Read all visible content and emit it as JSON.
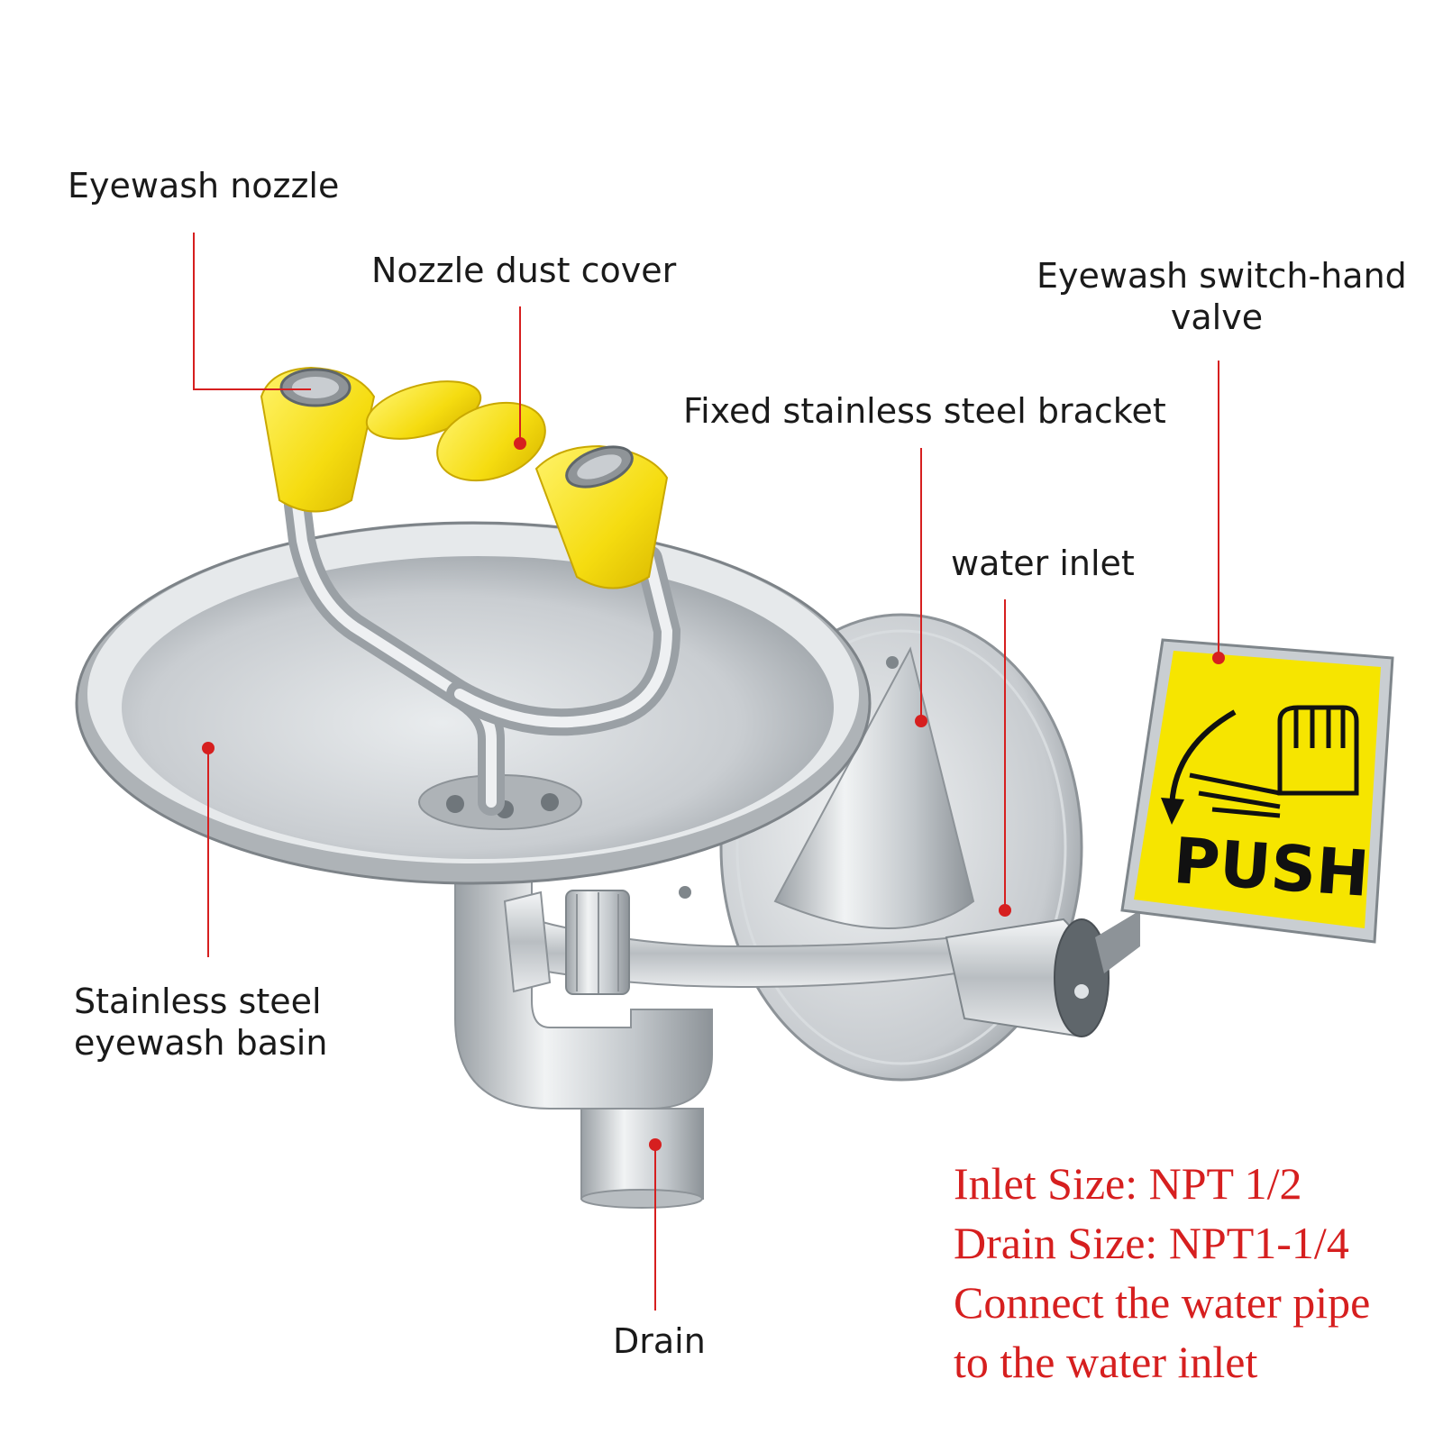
{
  "labels": {
    "eyewash_nozzle": "Eyewash nozzle",
    "nozzle_dust_cover": "Nozzle dust cover",
    "switch_line1": "Eyewash switch-hand",
    "switch_line2": "valve",
    "bracket": "Fixed stainless steel bracket",
    "water_inlet": "water inlet",
    "basin_line1": "Stainless steel",
    "basin_line2": "eyewash basin",
    "drain": "Drain"
  },
  "specs": {
    "inlet": "Inlet Size: NPT 1/2",
    "drain": "Drain Size: NPT1-1/4",
    "connect_line1": "Connect the water pipe",
    "connect_line2": "to the water inlet"
  },
  "sign": {
    "text": "PUSH"
  },
  "colors": {
    "callout": "#d61f1f",
    "label_text": "#1a1a1a",
    "sign_yellow": "#f6e500",
    "nozzle_yellow": "#f5df1a",
    "steel": "#c9ced2"
  }
}
